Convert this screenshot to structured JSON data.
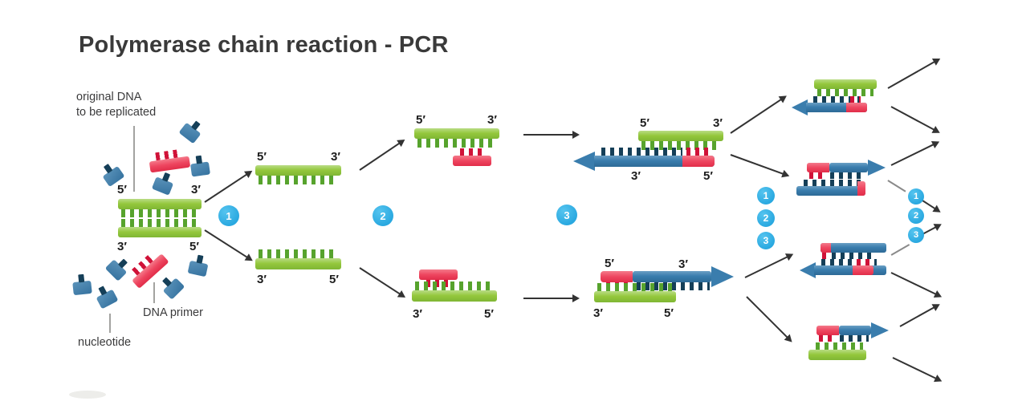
{
  "title": "Polymerase chain reaction - PCR",
  "legend": {
    "original_dna": "original DNA\nto be replicated",
    "dna_primer": "DNA primer",
    "nucleotide": "nucleotide"
  },
  "strand_labels": {
    "five_prime": "5′",
    "three_prime": "3′"
  },
  "steps": {
    "one": "1",
    "two": "2",
    "three": "3"
  },
  "colors": {
    "green_strand": "#94c73c",
    "green_teeth": "#57a32d",
    "blue_strand": "#3a7dad",
    "blue_teeth": "#153f58",
    "red_primer": "#ee4660",
    "red_teeth": "#d01238",
    "cycle_circle": "#29a8e0",
    "arrow": "#333333",
    "text": "#3b3b3c"
  }
}
